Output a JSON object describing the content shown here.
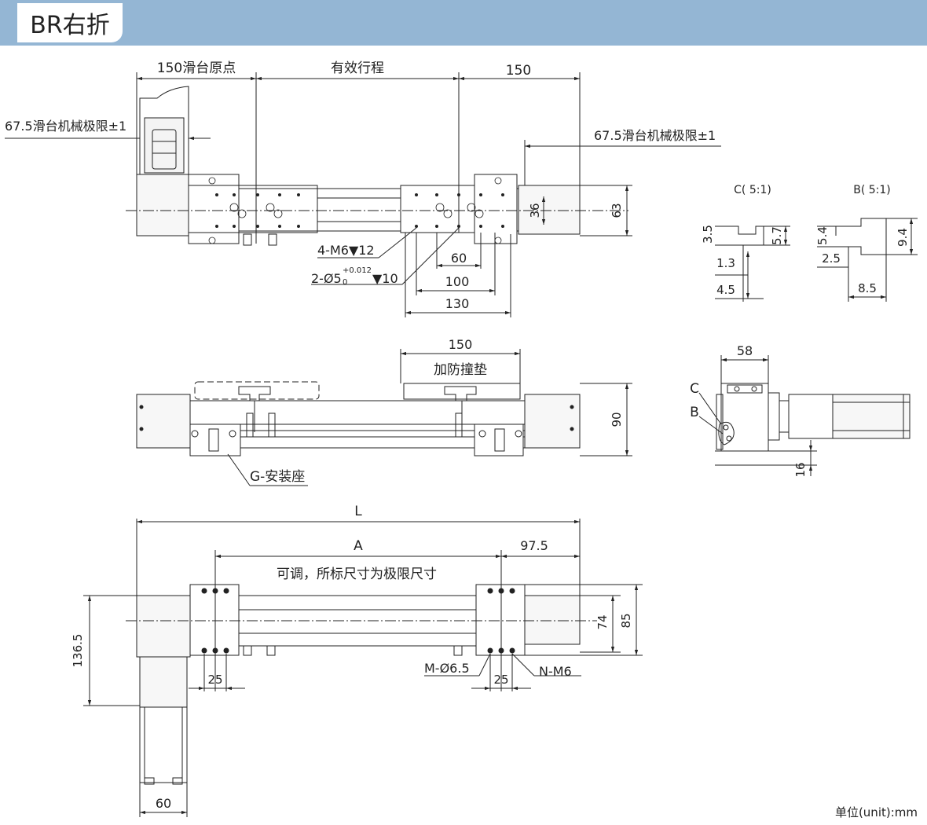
{
  "title": "BR右折",
  "unit_note": "单位(unit):mm",
  "top_view": {
    "dim_150_origin": "150滑台原点",
    "dim_stroke": "有效行程",
    "dim_150_right": "150",
    "dim_limit_left": "67.5滑台机械极限±1",
    "dim_limit_right": "67.5滑台机械极限±1",
    "dim_36": "36",
    "dim_63": "63",
    "hole_m6": "4-M6▼12",
    "hole_pin": "2-Ø5",
    "pin_tol_upper": "+0.012",
    "pin_tol_lower": "0",
    "pin_depth": "▼10",
    "dim_60": "60",
    "dim_100": "100",
    "dim_130": "130"
  },
  "detail_c": {
    "label": "C( 5:1)",
    "d_3_5": "3.5",
    "d_5_7": "5.7",
    "d_1_3": "1.3",
    "d_4_5": "4.5"
  },
  "detail_b": {
    "label": "B( 5:1)",
    "d_5_4": "5.4",
    "d_9_4": "9.4",
    "d_2_5": "2.5",
    "d_8_5": "8.5"
  },
  "side_view": {
    "dim_150": "150",
    "bumper": "加防撞垫",
    "dim_90": "90",
    "mount": "G-安装座"
  },
  "end_view": {
    "dim_58": "58",
    "label_c": "C",
    "label_b": "B",
    "dim_16": "16"
  },
  "bottom_view": {
    "dim_L": "L",
    "dim_A": "A",
    "dim_97_5": "97.5",
    "adjust_note": "可调，所标尺寸为极限尺寸",
    "dim_136_5": "136.5",
    "dim_74": "74",
    "dim_85": "85",
    "dim_25_left": "25",
    "dim_25_right": "25",
    "hole_m": "M-Ø6.5",
    "hole_n": "N-M6",
    "dim_60": "60"
  }
}
